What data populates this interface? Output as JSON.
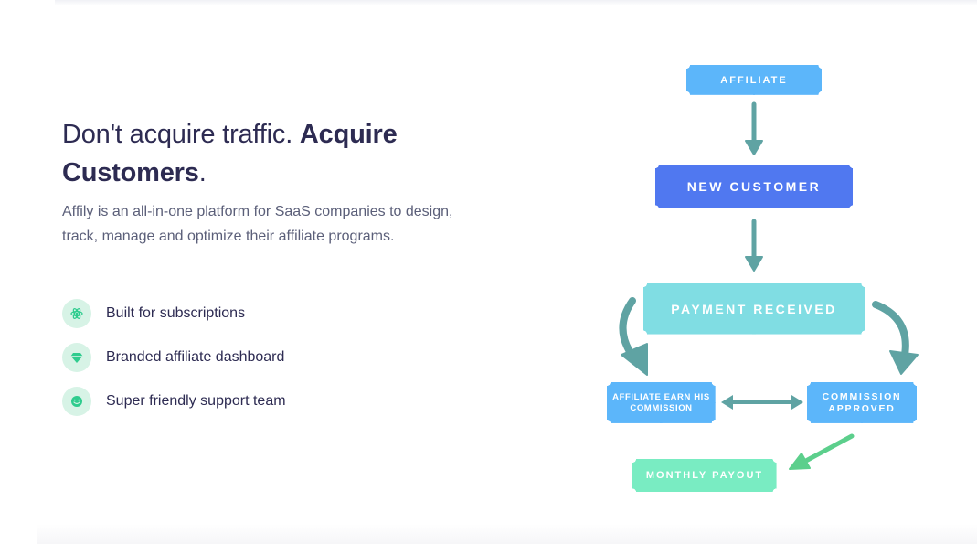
{
  "hero": {
    "headline_regular": "Don't acquire traffic. ",
    "headline_bold": "Acquire Customers",
    "headline_end": ".",
    "subtext": "Affily is an all-in-one platform for SaaS companies to design, track, manage and optimize their affiliate programs."
  },
  "features": [
    {
      "label": "Built for subscriptions",
      "icon": "atom-icon"
    },
    {
      "label": "Branded affiliate dashboard",
      "icon": "diamond-icon"
    },
    {
      "label": "Super friendly support team",
      "icon": "smiley-icon"
    }
  ],
  "flow": {
    "affiliate": "AFFILIATE",
    "new_customer": "NEW CUSTOMER",
    "payment_received": "PAYMENT RECEIVED",
    "affiliate_earn": "AFFILIATE EARN HIS COMMISSION",
    "commission_approved": "COMMISSION APPROVED",
    "monthly_payout": "MONTHLY PAYOUT"
  },
  "colors": {
    "heading": "#2d2b52",
    "body_text": "#5b5f79",
    "icon_accent": "#2ecc8e",
    "icon_bg": "#d7f3e6",
    "box_light_blue": "#5cb6fa",
    "box_blue": "#5078f0",
    "box_cyan": "#80dde3",
    "box_green": "#79ecc2",
    "arrow_teal": "#5fa3a3",
    "arrow_green": "#5ccf8c"
  }
}
